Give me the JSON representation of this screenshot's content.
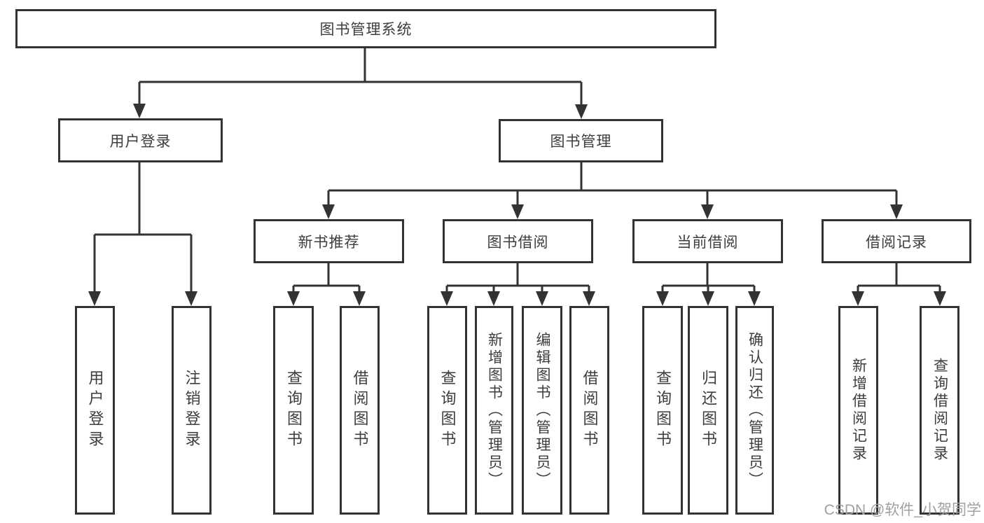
{
  "colors": {
    "line": "#333333",
    "text": "#3d3d3d",
    "background": "#ffffff",
    "watermark": "#a0a0a0"
  },
  "tree": {
    "root": {
      "label": "图书管理系统",
      "children": [
        {
          "label": "用户登录",
          "children": [
            {
              "label": "用户登录"
            },
            {
              "label": "注销登录"
            }
          ]
        },
        {
          "label": "图书管理",
          "children": [
            {
              "label": "新书推荐",
              "children": [
                {
                  "label": "查询图书"
                },
                {
                  "label": "借阅图书"
                }
              ]
            },
            {
              "label": "图书借阅",
              "children": [
                {
                  "label": "查询图书"
                },
                {
                  "label": "新增图书（管理员）"
                },
                {
                  "label": "编辑图书（管理员）"
                },
                {
                  "label": "借阅图书"
                }
              ]
            },
            {
              "label": "当前借阅",
              "children": [
                {
                  "label": "查询图书"
                },
                {
                  "label": "归还图书"
                },
                {
                  "label": "确认归还（管理员）"
                }
              ]
            },
            {
              "label": "借阅记录",
              "children": [
                {
                  "label": "新增借阅记录"
                },
                {
                  "label": "查询借阅记录"
                }
              ]
            }
          ]
        }
      ]
    }
  },
  "watermark": {
    "text": "CSDN @软件_小贺同学"
  }
}
